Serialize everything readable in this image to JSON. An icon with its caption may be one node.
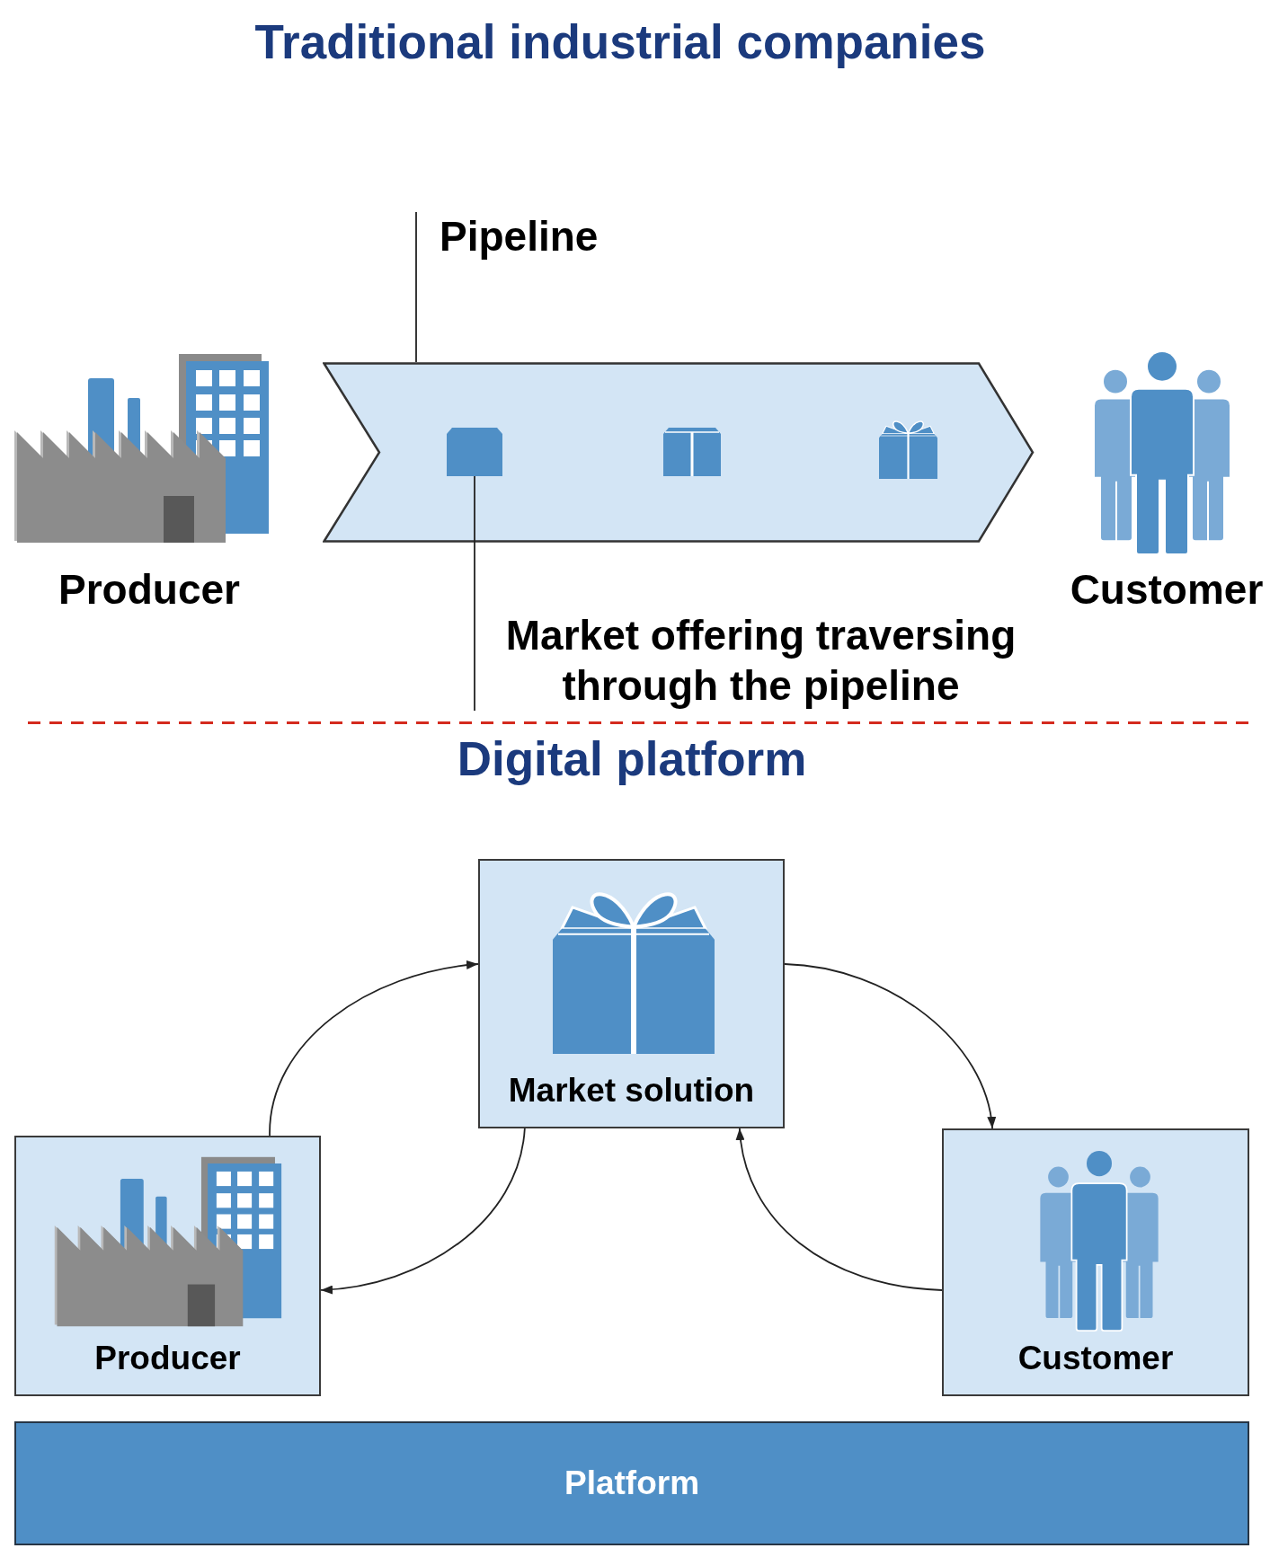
{
  "diagram": {
    "nodes": [
      {
        "text": [
          "Pipeline"
        ]
      },
      {
        "text": [],
        "shape": "chevron"
      },
      {
        "text": [],
        "shape": "picture",
        "in": 1
      },
      {
        "text": [
          "Market offering traversing through the pipeline"
        ]
      },
      {
        "text": [
          "Market solution"
        ]
      },
      {
        "text": [
          "Producer"
        ]
      },
      {
        "text": [
          "Customer"
        ]
      },
      {
        "text": [
          "Platform"
        ]
      }
    ],
    "edges": [
      {
        "from": 0,
        "to": 1,
        "arrow": "none"
      },
      {
        "from": 3,
        "to": 2,
        "arrow": "none"
      },
      {
        "from": 5,
        "to": 4,
        "arrow": "to"
      },
      {
        "from": 4,
        "to": 6,
        "arrow": "to"
      },
      {
        "from": 6,
        "to": 4,
        "arrow": "to"
      },
      {
        "from": 4,
        "to": 5,
        "arrow": "to"
      }
    ],
    "labels": [
      "Traditional industrial companies",
      "Producer",
      "Customer",
      "Digital platform"
    ]
  }
}
